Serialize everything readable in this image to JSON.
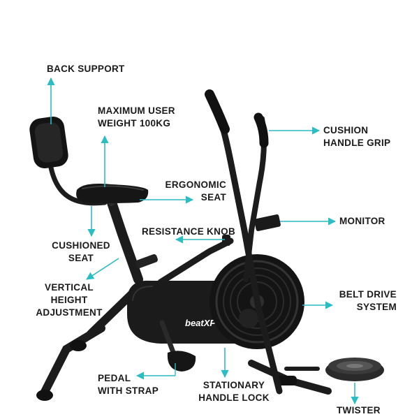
{
  "labels": {
    "back_support": [
      "BACK SUPPORT"
    ],
    "max_weight": [
      "MAXIMUM USER",
      "WEIGHT 100KG"
    ],
    "cushion_grip": [
      "CUSHION",
      "HANDLE GRIP"
    ],
    "ergonomic_seat": [
      "ERGONOMIC",
      "SEAT"
    ],
    "monitor": [
      "MONITOR"
    ],
    "resistance_knob": [
      "RESISTANCE KNOB"
    ],
    "cushioned_seat": [
      "CUSHIONED",
      "SEAT"
    ],
    "vertical_height": [
      "VERTICAL",
      "HEIGHT",
      "ADJUSTMENT"
    ],
    "belt_drive": [
      "BELT DRIVE",
      "SYSTEM"
    ],
    "pedal_strap": [
      "PEDAL",
      "WITH STRAP"
    ],
    "stationary_lock": [
      "STATIONARY",
      "HANDLE LOCK"
    ],
    "twister": [
      "TWISTER"
    ]
  },
  "brand": "beatXP",
  "colors": {
    "arrow": "#2bbcc4",
    "frame": "#1c1c1c",
    "text": "#1a1a1a"
  }
}
